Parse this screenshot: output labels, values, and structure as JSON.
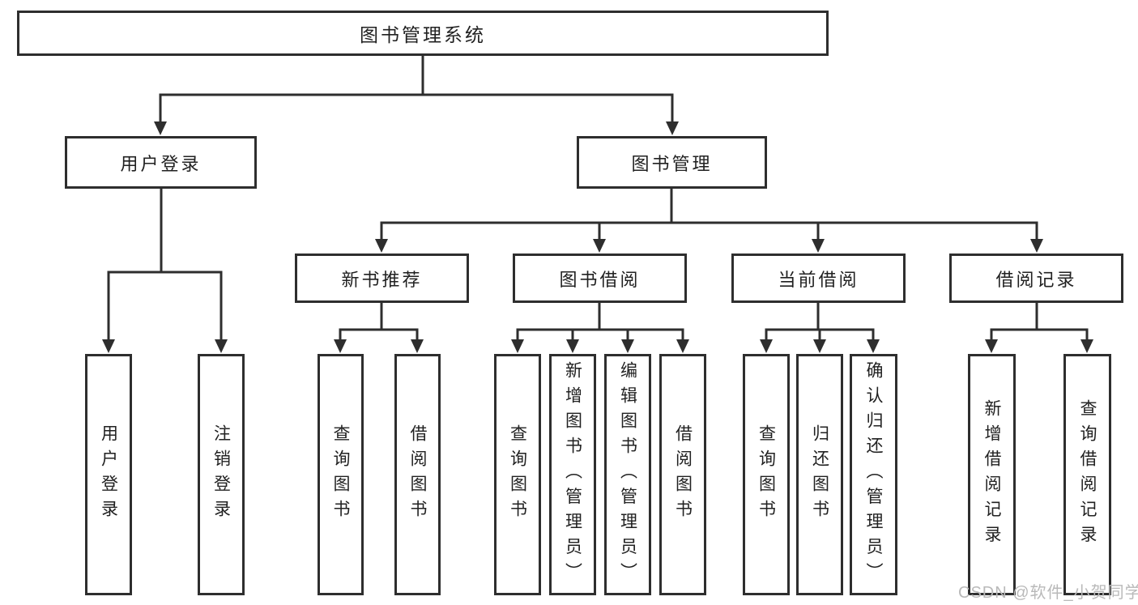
{
  "diagram": {
    "title": "图书管理系统",
    "level2": {
      "user_login": "用户登录",
      "book_mgmt": "图书管理"
    },
    "level3": {
      "new_books": "新书推荐",
      "book_borrow": "图书借阅",
      "current_borrow": "当前借阅",
      "borrow_records": "借阅记录"
    },
    "leaves": {
      "user_login": [
        "用户登录",
        "注销登录"
      ],
      "new_books": [
        "查询图书",
        "借阅图书"
      ],
      "book_borrow": [
        "查询图书",
        "新增图书（管理员）",
        "编辑图书（管理员）",
        "借阅图书"
      ],
      "current_borrow": [
        "查询图书",
        "归还图书",
        "确认归还（管理员）"
      ],
      "borrow_records": [
        "新增借阅记录",
        "查询借阅记录"
      ]
    }
  },
  "watermark": {
    "text": "CSDN @软件_小贺同学"
  },
  "colors": {
    "border": "#2e2e2e",
    "text": "#212121",
    "background": "#ffffff",
    "watermark": "#b9b9b9"
  }
}
